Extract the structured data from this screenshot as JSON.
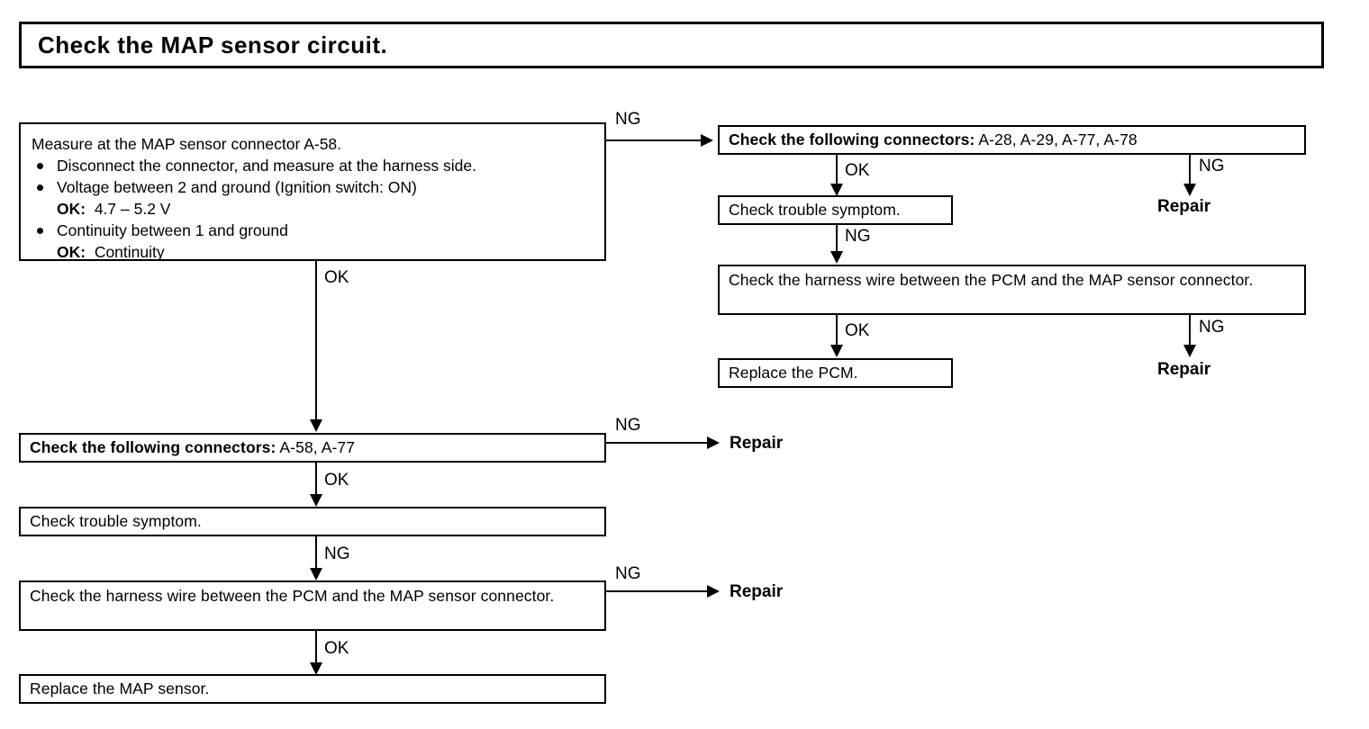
{
  "title": {
    "text": "Check the MAP sensor circuit."
  },
  "labels": {
    "ok": "OK",
    "ng": "NG",
    "repair": "Repair"
  },
  "left_column": {
    "measure_box": {
      "lead": "Measure at the MAP sensor connector A-58.",
      "bullets": [
        "Disconnect the connector, and measure at the harness side.",
        "Voltage between 2 and ground  (Ignition switch: ON)",
        "Continuity between 1 and ground"
      ],
      "ok_line_1_label": "OK:",
      "ok_line_1_value": "4.7 – 5.2 V",
      "ok_line_2_label": "OK:",
      "ok_line_2_value": "Continuity"
    },
    "connectors_box": {
      "label": "Check the following connectors:",
      "value": "A-58, A-77"
    },
    "trouble_box": {
      "text": "Check trouble symptom."
    },
    "harness_box": {
      "text": "Check the harness wire between the PCM and the MAP sensor connector."
    },
    "replace_box": {
      "text": "Replace the MAP sensor."
    },
    "branch_labels": {
      "measure_ok": "OK",
      "measure_ng": "NG",
      "connectors_ok": "OK",
      "connectors_ng": "NG",
      "trouble_ng": "NG",
      "harness_ok": "OK",
      "harness_ng": "NG"
    },
    "repair_connectors": "Repair",
    "repair_harness": "Repair"
  },
  "right_column": {
    "connectors_box": {
      "label": "Check the following connectors:",
      "value": "A-28, A-29, A-77, A-78"
    },
    "trouble_box": {
      "text": "Check trouble symptom."
    },
    "harness_box": {
      "text": "Check the harness wire between the PCM and the MAP sensor connector."
    },
    "replace_box": {
      "text": "Replace the PCM."
    },
    "branch_labels": {
      "connectors_ok": "OK",
      "connectors_ng": "NG",
      "trouble_ng": "NG",
      "harness_ok": "OK",
      "harness_ng": "NG"
    },
    "repair_connectors": "Repair",
    "repair_harness": "Repair"
  },
  "colors": {
    "ink": "#000000",
    "paper": "#ffffff"
  }
}
